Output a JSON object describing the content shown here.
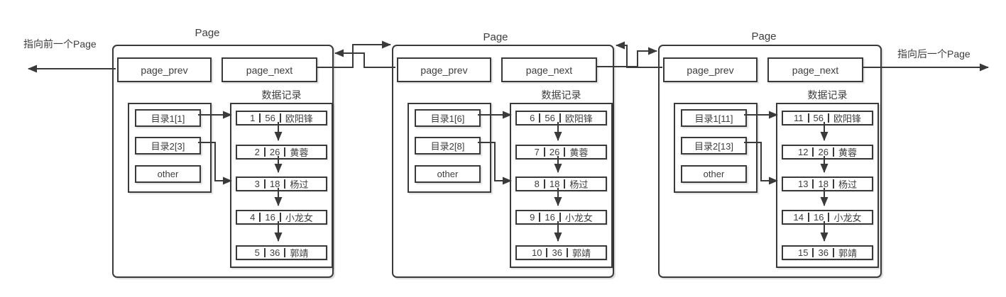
{
  "labels": {
    "prev_pointer": "指向前一个Page",
    "next_pointer": "指向后一个Page"
  },
  "pages": [
    {
      "title": "Page",
      "page_prev": "page_prev",
      "page_next": "page_next",
      "records_label": "数据记录",
      "directory": [
        "目录1[1]",
        "目录2[3]",
        "other"
      ],
      "records": [
        [
          "1",
          "56",
          "欧阳锋"
        ],
        [
          "2",
          "26",
          "黄蓉"
        ],
        [
          "3",
          "18",
          "杨过"
        ],
        [
          "4",
          "16",
          "小龙女"
        ],
        [
          "5",
          "36",
          "郭靖"
        ]
      ]
    },
    {
      "title": "Page",
      "page_prev": "page_prev",
      "page_next": "page_next",
      "records_label": "数据记录",
      "directory": [
        "目录1[6]",
        "目录2[8]",
        "other"
      ],
      "records": [
        [
          "6",
          "56",
          "欧阳锋"
        ],
        [
          "7",
          "26",
          "黄蓉"
        ],
        [
          "8",
          "18",
          "杨过"
        ],
        [
          "9",
          "16",
          "小龙女"
        ],
        [
          "10",
          "36",
          "郭靖"
        ]
      ]
    },
    {
      "title": "Page",
      "page_prev": "page_prev",
      "page_next": "page_next",
      "records_label": "数据记录",
      "directory": [
        "目录1[11]",
        "目录2[13]",
        "other"
      ],
      "records": [
        [
          "11",
          "56",
          "欧阳锋"
        ],
        [
          "12",
          "26",
          "黄蓉"
        ],
        [
          "13",
          "18",
          "杨过"
        ],
        [
          "14",
          "16",
          "小龙女"
        ],
        [
          "15",
          "36",
          "郭靖"
        ]
      ]
    }
  ],
  "colors": {
    "line": "#3a3a3a",
    "text": "#3d3d3d",
    "background": "#ffffff"
  }
}
